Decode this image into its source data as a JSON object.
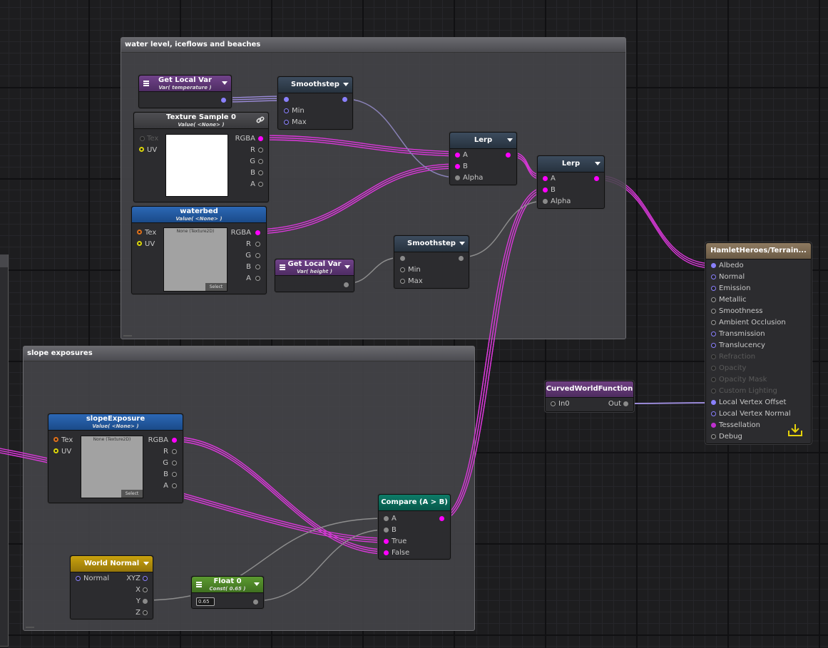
{
  "groups": {
    "water": {
      "title": "water level, iceflows and beaches"
    },
    "slope": {
      "title": "slope exposures"
    }
  },
  "nodes": {
    "get_local_var_temp": {
      "title": "Get Local Var",
      "subtitle": "Var( temperature )"
    },
    "smoothstep_1": {
      "title": "Smoothstep",
      "inputs": [
        "Min",
        "Max"
      ]
    },
    "texture_sample_0": {
      "title": "Texture Sample 0",
      "subtitle": "Value( <None> )",
      "inputs": [
        "Tex",
        "UV"
      ],
      "outputs": [
        "RGBA",
        "R",
        "G",
        "B",
        "A"
      ]
    },
    "lerp_1": {
      "title": "Lerp",
      "inputs": [
        "A",
        "B",
        "Alpha"
      ]
    },
    "lerp_2": {
      "title": "Lerp",
      "inputs": [
        "A",
        "B",
        "Alpha"
      ]
    },
    "waterbed": {
      "title": "waterbed",
      "subtitle": "Value( <None> )",
      "inputs": [
        "Tex",
        "UV"
      ],
      "outputs": [
        "RGBA",
        "R",
        "G",
        "B",
        "A"
      ],
      "preview_caption": "None (Texture2D)",
      "select_label": "Select"
    },
    "get_local_var_height": {
      "title": "Get Local Var",
      "subtitle": "Var( height )"
    },
    "smoothstep_2": {
      "title": "Smoothstep",
      "inputs": [
        "Min",
        "Max"
      ]
    },
    "hamlet": {
      "title": "HamletHeroes/Terrain...",
      "inputs": [
        "Albedo",
        "Normal",
        "Emission",
        "Metallic",
        "Smoothness",
        "Ambient Occlusion",
        "Transmission",
        "Translucency",
        "Refraction",
        "Opacity",
        "Opacity Mask",
        "Custom Lighting",
        "Local Vertex Offset",
        "Local Vertex Normal",
        "Tessellation",
        "Debug"
      ]
    },
    "curved_world": {
      "title": "CurvedWorldFunction",
      "input": "In0",
      "output": "Out"
    },
    "slope_exposure": {
      "title": "slopeExposure",
      "subtitle": "Value( <None> )",
      "inputs": [
        "Tex",
        "UV"
      ],
      "outputs": [
        "RGBA",
        "R",
        "G",
        "B",
        "A"
      ],
      "preview_caption": "None (Texture2D)",
      "select_label": "Select"
    },
    "compare": {
      "title": "Compare (A > B)",
      "inputs": [
        "A",
        "B",
        "True",
        "False"
      ]
    },
    "world_normal": {
      "title": "World Normal",
      "input": "Normal",
      "outputs": [
        "XYZ",
        "X",
        "Y",
        "Z"
      ]
    },
    "float_0": {
      "title": "Float 0",
      "subtitle": "Const( 0.65 )",
      "value": "0.65"
    }
  },
  "colors": {
    "magenta_wire": "#e040e0",
    "lavender_wire": "#9a8ad8",
    "gray_wire": "#8e8e8e"
  }
}
